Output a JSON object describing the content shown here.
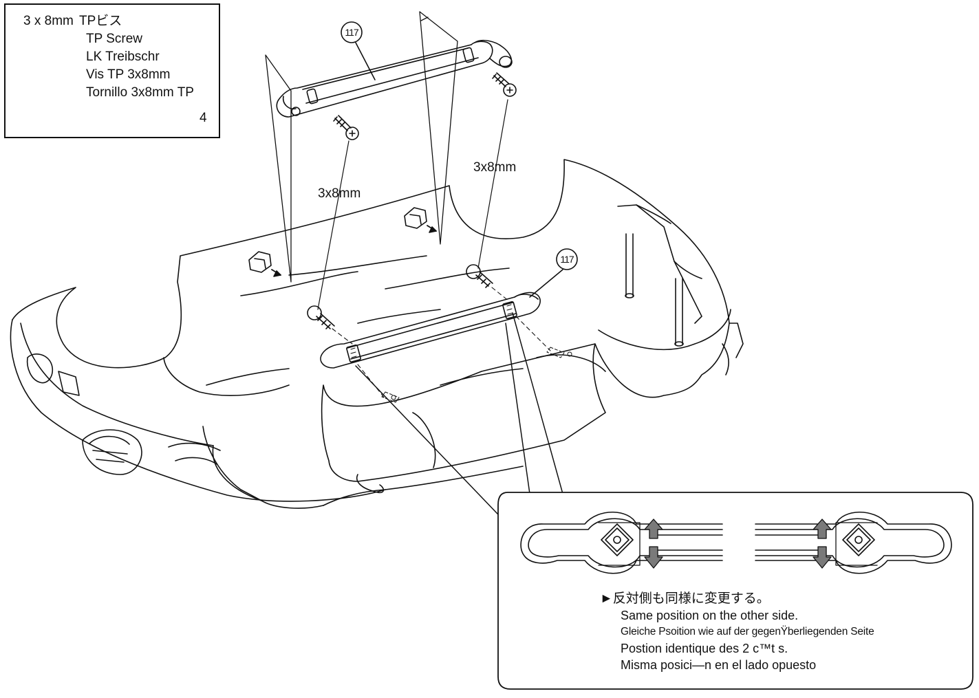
{
  "legend": {
    "size_label": "3 x 8mm",
    "names": [
      "TPビス",
      "TP Screw",
      "LK Treibschr",
      "Vis TP 3x8mm",
      "Tornillo 3x8mm TP"
    ],
    "quantity": "4"
  },
  "part_numbers": {
    "top": "117",
    "bottom": "117"
  },
  "screw_labels": {
    "left": "3x8mm",
    "right": "3x8mm"
  },
  "detail_note": {
    "japanese": "►反対側も同様に変更する。",
    "english": "Same position on the other side.",
    "german": "Gleiche Psoition wie auf der gegenŸberliegenden Seite",
    "french": "Postion identique des 2 c™t s.",
    "spanish": "Misma posici—n en el lado opuesto"
  },
  "colors": {
    "line": "#111111",
    "arrow_fill": "#7a7a7a",
    "background": "#ffffff"
  }
}
